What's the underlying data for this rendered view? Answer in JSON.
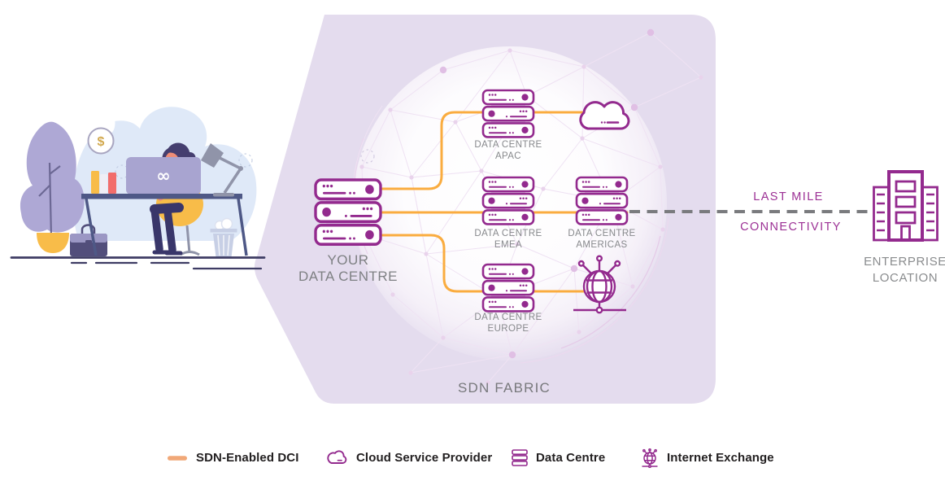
{
  "colors": {
    "panel": "#E4DCEE",
    "icon_purple": "#932A8E",
    "stack_band": "#DDC4E6",
    "link_orange": "#FAAC3F",
    "legend_dash_orange": "#F1A878",
    "dashed_gray": "#7A7B7E",
    "text_gray": "#85878A",
    "magenta_text": "#9C3195",
    "legend_text": "#232021"
  },
  "fabric": {
    "label": "SDN FABRIC",
    "your_dc": {
      "line1": "YOUR",
      "line2": "DATA CENTRE"
    },
    "nodes": [
      {
        "id": "apac",
        "line1": "DATA CENTRE",
        "line2": "APAC"
      },
      {
        "id": "emea",
        "line1": "DATA CENTRE",
        "line2": "EMEA"
      },
      {
        "id": "americas",
        "line1": "DATA CENTRE",
        "line2": "AMERICAS"
      },
      {
        "id": "europe",
        "line1": "DATA CENTRE",
        "line2": "EUROPE"
      }
    ],
    "icons": [
      "cloud-service-provider-icon",
      "internet-exchange-icon",
      "data-centre-stack-icon"
    ]
  },
  "last_mile": {
    "line1": "LAST MILE",
    "line2": "CONNECTIVITY"
  },
  "enterprise": {
    "line1": "ENTERPRISE",
    "line2": "LOCATION"
  },
  "illustration": {
    "coin_symbol": "$",
    "laptop_logo": "∞"
  },
  "legend": {
    "items": [
      {
        "icon": "sdn-dci-line-icon",
        "label": "SDN-Enabled DCI"
      },
      {
        "icon": "cloud-icon",
        "label": "Cloud Service Provider"
      },
      {
        "icon": "data-centre-icon",
        "label": "Data Centre"
      },
      {
        "icon": "internet-exchange-icon",
        "label": "Internet Exchange"
      }
    ]
  }
}
